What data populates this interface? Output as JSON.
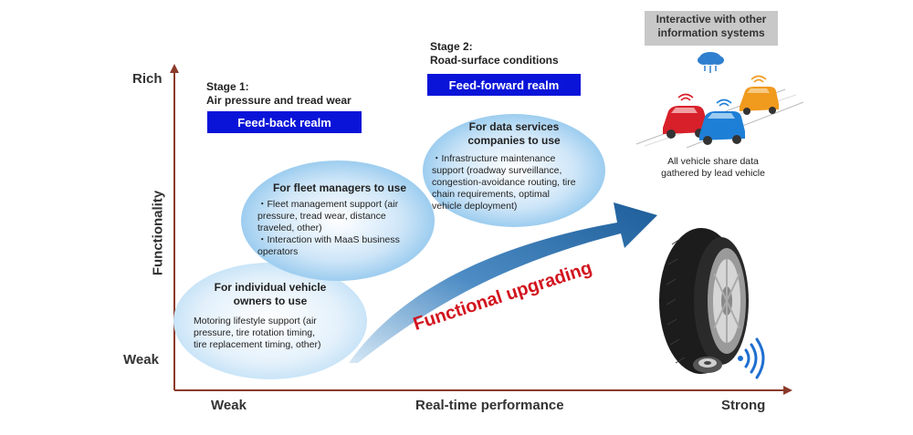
{
  "axes": {
    "y_title": "Functionality",
    "y_top": "Rich",
    "y_bottom": "Weak",
    "x_title": "Real-time performance",
    "x_left": "Weak",
    "x_right": "Strong"
  },
  "stage1": {
    "line1": "Stage 1:",
    "line2": "Air pressure and tread wear",
    "realm": "Feed-back realm"
  },
  "stage2": {
    "line1": "Stage 2:",
    "line2": "Road-surface conditions",
    "realm": "Feed-forward realm"
  },
  "bubbles": {
    "owners": {
      "title_line1": "For individual vehicle",
      "title_line2": "owners to use",
      "body": [
        "Motoring lifestyle support (air",
        "pressure, tire rotation timing,",
        "tire replacement timing, other)"
      ]
    },
    "fleet": {
      "title": "For fleet managers to use",
      "body": [
        "・Fleet management support (air",
        "pressure, tread wear, distance",
        "traveled, other)",
        "・Interaction with MaaS business",
        "operators"
      ]
    },
    "services": {
      "title_line1": "For data services",
      "title_line2": "companies to use",
      "body": [
        "・Infrastructure maintenance",
        "support (roadway surveillance,",
        "congestion-avoidance routing, tire",
        "chain requirements, optimal",
        "vehicle deployment)"
      ]
    }
  },
  "arrow_label": "Functional upgrading",
  "interactive": {
    "line1": "Interactive with other",
    "line2": "information systems"
  },
  "share": {
    "line1": "All vehicle share data",
    "line2": "gathered by lead vehicle"
  },
  "colors": {
    "realm_blue": "#0a14d8",
    "arrow_red": "#d2141e",
    "bubble_blue": "#6fb4e8",
    "axis_brown": "#8b3a2a"
  },
  "icons": [
    "cloud-icon",
    "red-car-icon",
    "blue-car-icon",
    "orange-car-icon",
    "tire-icon",
    "sensor-icon",
    "wireless-signal-icon"
  ]
}
